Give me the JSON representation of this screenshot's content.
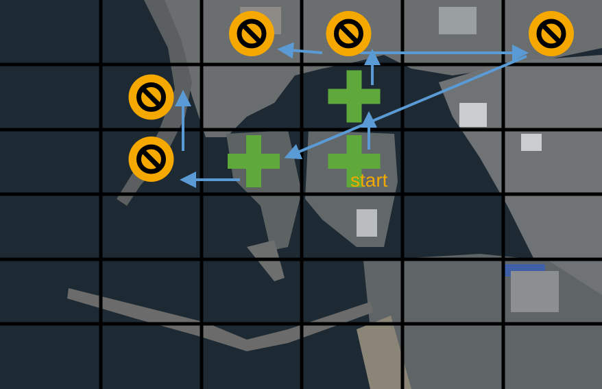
{
  "map": {
    "grid": {
      "rows": 6,
      "cols": 6,
      "line_color": "#000000"
    },
    "start_label": "start",
    "colors": {
      "sea": "#1f2a32",
      "land": "#6f7172",
      "arrow": "#5b9bd5",
      "blocked": "#f5a800",
      "blocked_stroke": "#000000",
      "waypoint": "#5fa83c",
      "start_text": "#f2a900"
    },
    "markers": {
      "start_cell": {
        "row": 2,
        "col": 3
      },
      "waypoints": [
        {
          "row": 1,
          "col": 3,
          "icon": "plus-icon"
        },
        {
          "row": 2,
          "col": 2,
          "icon": "plus-icon"
        },
        {
          "row": 2,
          "col": 3,
          "icon": "plus-icon"
        }
      ],
      "blocked": [
        {
          "row": 0,
          "col": 2,
          "icon": "no-entry-icon"
        },
        {
          "row": 0,
          "col": 3,
          "icon": "no-entry-icon"
        },
        {
          "row": 0,
          "col": 5,
          "icon": "no-entry-icon"
        },
        {
          "row": 1,
          "col": 1,
          "icon": "no-entry-icon"
        },
        {
          "row": 2,
          "col": 1,
          "icon": "no-entry-icon"
        }
      ]
    },
    "path_moves": [
      {
        "from": {
          "row": 2,
          "col": 3
        },
        "to": {
          "row": 1,
          "col": 3
        }
      },
      {
        "from": {
          "row": 1,
          "col": 3
        },
        "to": {
          "row": 0,
          "col": 3
        }
      },
      {
        "from": {
          "row": 0,
          "col": 3
        },
        "to": {
          "row": 0,
          "col": 5
        }
      },
      {
        "from": {
          "row": 0,
          "col": 5
        },
        "to": {
          "row": 2,
          "col": 2
        }
      },
      {
        "from": {
          "row": 2,
          "col": 2
        },
        "to": {
          "row": 2,
          "col": 1
        }
      },
      {
        "from": {
          "row": 2,
          "col": 1
        },
        "to": {
          "row": 1,
          "col": 1
        }
      },
      {
        "from": {
          "row": 0,
          "col": 3
        },
        "to": {
          "row": 0,
          "col": 2
        }
      }
    ]
  }
}
